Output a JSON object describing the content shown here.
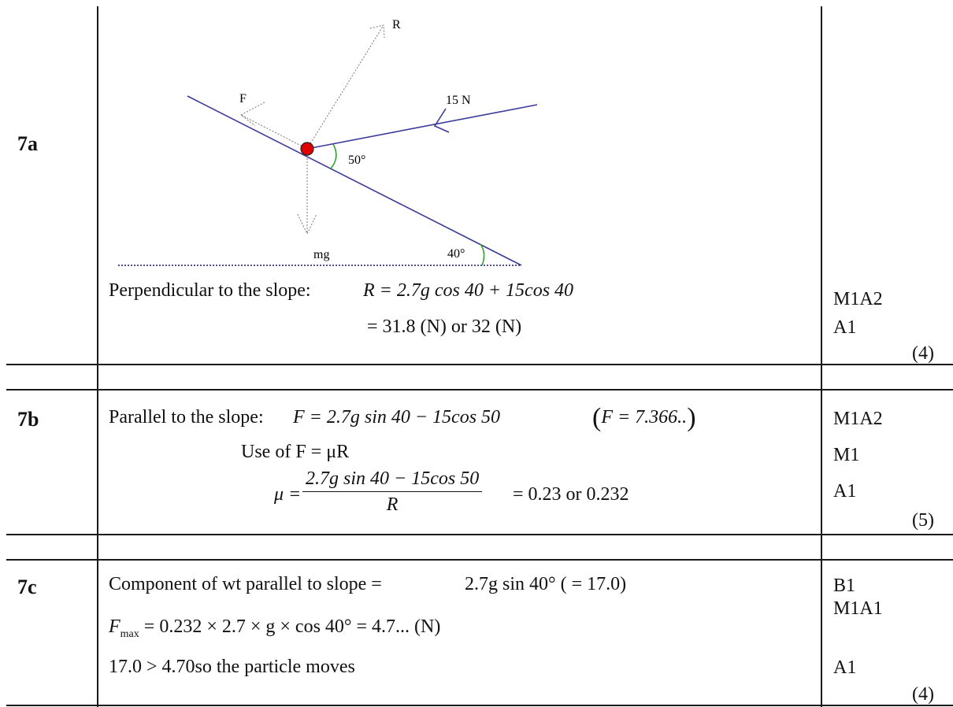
{
  "rows": {
    "a": {
      "number": "7a",
      "diagram": {
        "label_R": "R",
        "label_F": "F",
        "label_15N": "15 N",
        "label_50": "50°",
        "label_mg": "mg",
        "label_40": "40°"
      },
      "line1_prefix": "Perpendicular to the slope:",
      "line1_eq": "R = 2.7g cos 40 + 15cos 40",
      "line2": "=  31.8  (N) or 32 (N)",
      "marks": [
        "M1A2",
        "A1"
      ],
      "total": "(4)"
    },
    "b": {
      "number": "7b",
      "line1_prefix": "Parallel to the slope:",
      "line1_eq": "F = 2.7g sin 40 − 15cos 50",
      "line1_aside": "F = 7.366..",
      "line2": "Use of F = μR",
      "mu": "μ =",
      "frac_num": "2.7g sin 40 − 15cos 50",
      "frac_den": "R",
      "frac_result": "= 0.23 or 0.232",
      "marks": [
        "M1A2",
        "M1",
        "A1"
      ],
      "total": "(5)"
    },
    "c": {
      "number": "7c",
      "line1_prefix": "Component of wt parallel to slope =",
      "line1_eq": "2.7g sin 40° ( = 17.0)",
      "line2_f": "F",
      "line2_sub": "max",
      "line2_eq": " = 0.232 × 2.7 × g × cos 40° = 4.7... (N)",
      "line3": "17.0 > 4.70so the particle moves",
      "marks": [
        "B1",
        "M1A1",
        "A1"
      ],
      "total": "(4)"
    }
  }
}
